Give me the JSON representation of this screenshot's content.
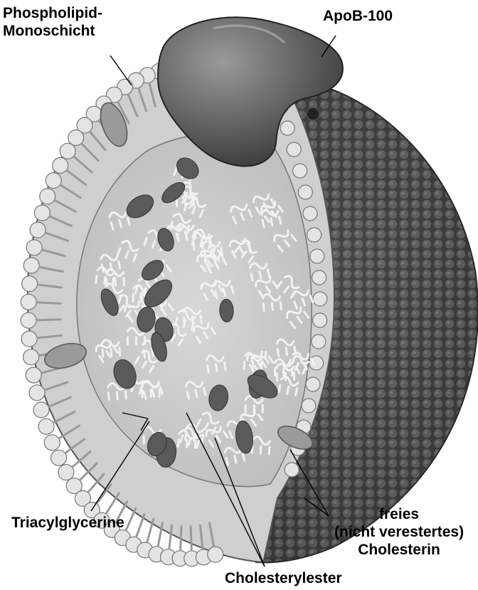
{
  "labels": {
    "phospholipid_line1": "Phospholipid-",
    "phospholipid_line2": "Monoschicht",
    "apob": "ApoB-100",
    "triacylglycerine": "Triacylglycerine",
    "free_cholesterol_line1": "freies",
    "free_cholesterol_line2": "(nicht verestertes)",
    "free_cholesterol_line3": "Cholesterin",
    "cholesterylester": "Cholesterylester"
  }
}
